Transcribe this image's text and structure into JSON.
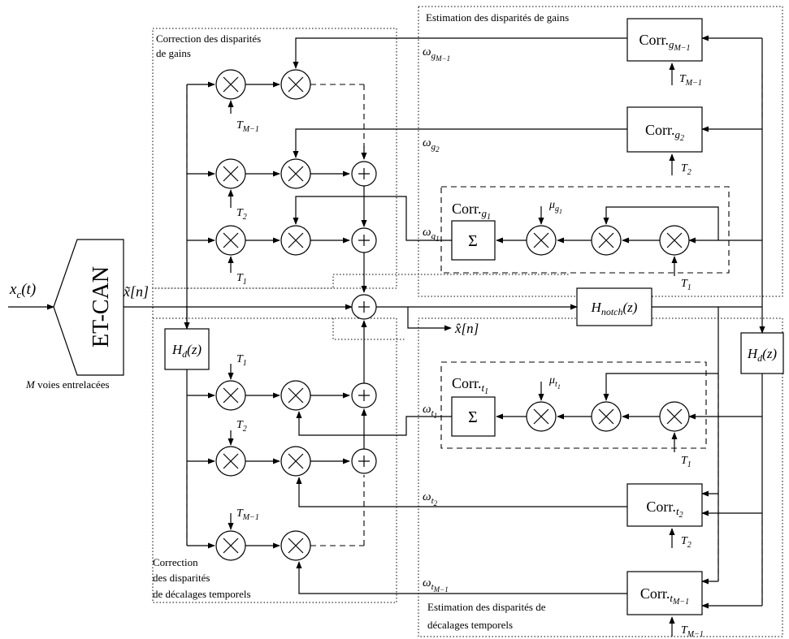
{
  "regions": {
    "gain_correction": "Correction des disparités\nde gains",
    "gain_estimation": "Estimation des disparités de gains",
    "time_correction": "Correction\ndes disparités\nde décalages temporels",
    "time_estimation": "Estimation des disparités de\ndécalages temporels"
  },
  "adc": {
    "label": "ET-CAN",
    "input": "x_c(t)",
    "output": "x̃[n]",
    "caption": "voies entrelacées",
    "caption_symbol": "M"
  },
  "output_signal": "x̂[n]",
  "blocks": {
    "hd_left": "H_d(z)",
    "hd_right": "H_d(z)",
    "notch": "H_notch(z)",
    "sigma_gain": "Σ",
    "sigma_time": "Σ"
  },
  "corr_blocks": {
    "g1": {
      "base": "Corr.",
      "sub": "g",
      "subsub": "1"
    },
    "g2": {
      "base": "Corr.",
      "sub": "g",
      "subsub": "2"
    },
    "gM1": {
      "base": "Corr.",
      "sub": "g",
      "subsub": "M−1"
    },
    "t1": {
      "base": "Corr.",
      "sub": "t",
      "subsub": "1"
    },
    "t2": {
      "base": "Corr.",
      "sub": "t",
      "subsub": "2"
    },
    "tM1": {
      "base": "Corr.",
      "sub": "t",
      "subsub": "M−1"
    }
  },
  "labels": {
    "T1": "T",
    "T1_sub": "1",
    "T2": "T",
    "T2_sub": "2",
    "TM1": "T",
    "TM1_sub": "M−1",
    "omega": "ω",
    "g_sub": "g",
    "t_sub": "t",
    "mu": "μ",
    "s1": "1",
    "s2": "2",
    "sM1": "M−1"
  },
  "symbols": {
    "multiply": "×",
    "add": "+"
  }
}
